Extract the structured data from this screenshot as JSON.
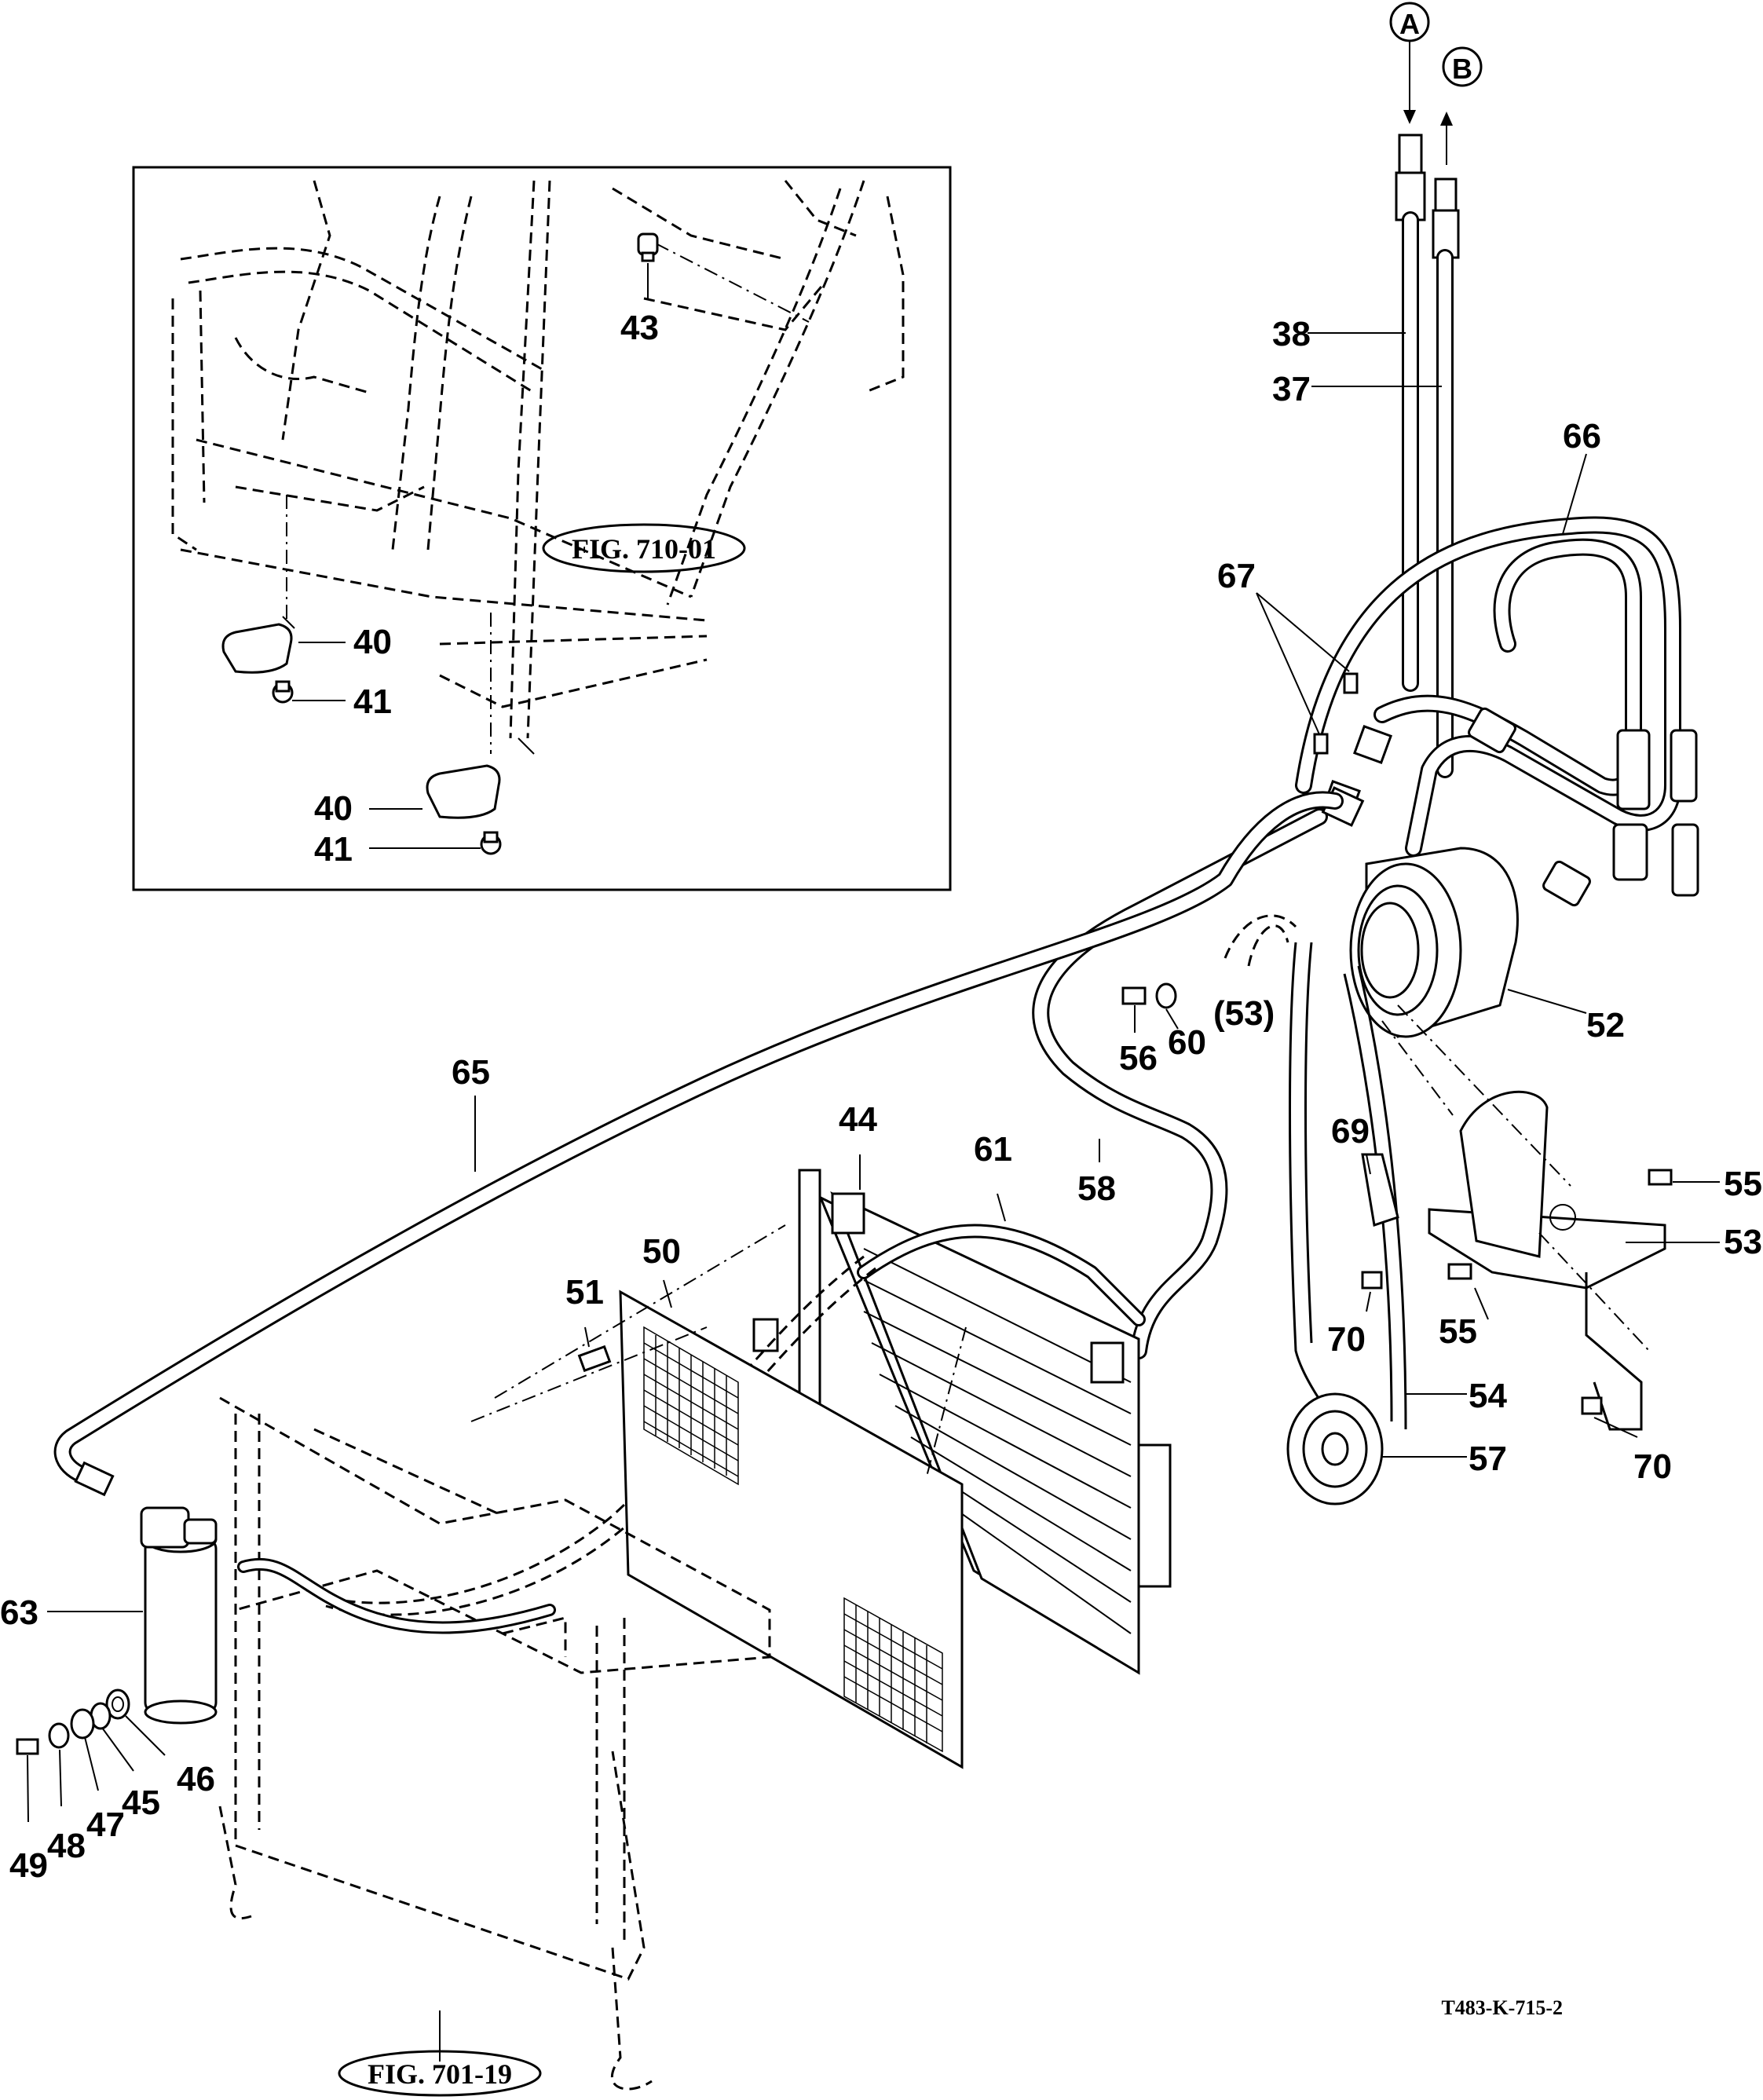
{
  "figure_refs": {
    "inset": "FIG. 710-01",
    "frame": "FIG. 701-19"
  },
  "connectors": {
    "a": "A",
    "b": "B"
  },
  "callouts": {
    "p37": "37",
    "p38": "38",
    "p40a": "40",
    "p40b": "40",
    "p41a": "41",
    "p41b": "41",
    "p43": "43",
    "p44": "44",
    "p45": "45",
    "p46": "46",
    "p47": "47",
    "p48": "48",
    "p49": "49",
    "p50": "50",
    "p51": "51",
    "p52": "52",
    "p53": "53",
    "p53ref": "(53)",
    "p54": "54",
    "p55a": "55",
    "p55b": "55",
    "p56": "56",
    "p57": "57",
    "p58": "58",
    "p60": "60",
    "p61": "61",
    "p63": "63",
    "p65": "65",
    "p66": "66",
    "p67": "67",
    "p69": "69",
    "p70a": "70",
    "p70b": "70"
  },
  "drawing_code": "T483-K-715-2"
}
